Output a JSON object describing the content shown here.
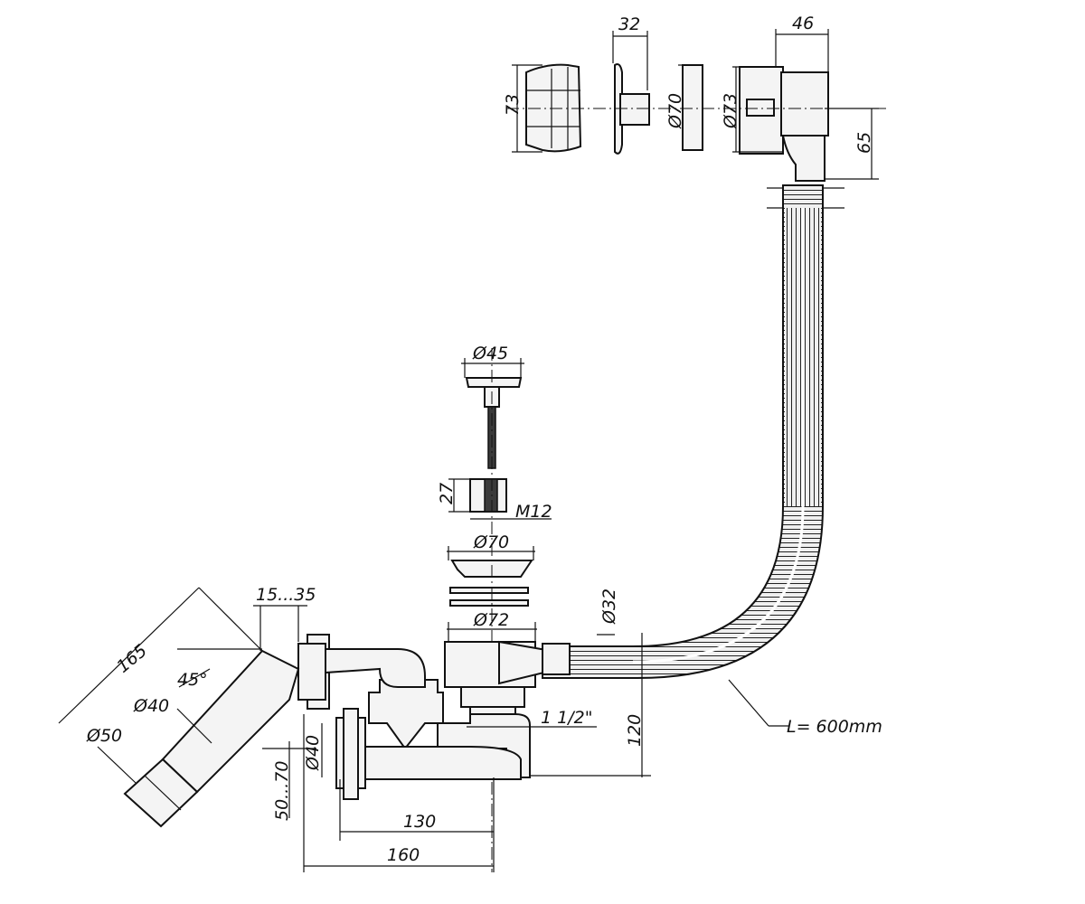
{
  "drawing": {
    "dimensions": {
      "width_32": "32",
      "width_46": "46",
      "height_73": "73",
      "diameter_70_top": "Ø70",
      "diameter_73": "Ø73",
      "height_65": "65",
      "diameter_45": "Ø45",
      "height_27": "27",
      "thread_m12": "M12",
      "diameter_70_mid": "Ø70",
      "diameter_72": "Ø72",
      "diameter_32": "Ø32",
      "range_15_35": "15...35",
      "length_165": "165",
      "angle_45": "45°",
      "diameter_40_left": "Ø40",
      "diameter_50": "Ø50",
      "thread_1_1_2": "1 1/2\"",
      "hose_length": "L= 600mm",
      "height_120": "120",
      "diameter_40_trap": "Ø40",
      "range_50_70": "50...70",
      "length_130": "130",
      "length_160": "160"
    }
  }
}
